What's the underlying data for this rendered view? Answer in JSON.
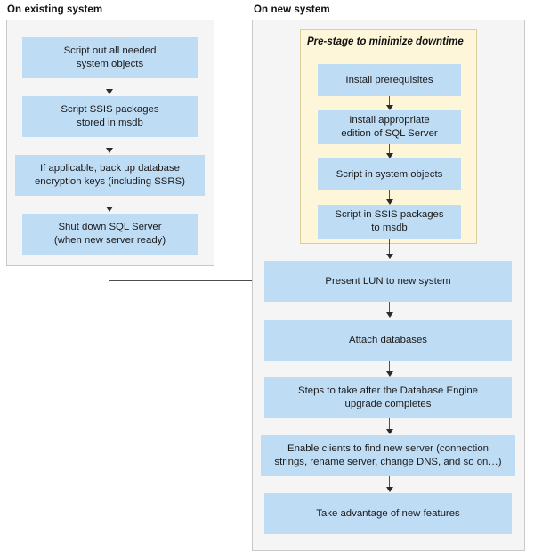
{
  "diagram": {
    "title_existing": "On existing system",
    "title_new": "On new system",
    "prestage_title": "Pre-stage to minimize downtime",
    "colors": {
      "node_fill": "#bfdcf5",
      "panel_fill": "#f5f5f5",
      "panel_border": "#c9c9c9",
      "subpanel_fill": "#fdf6d8",
      "subpanel_border": "#d8cf9c",
      "connector": "#4d4d4d",
      "text": "#1a1a1a",
      "background": "#ffffff"
    },
    "existing_steps": [
      {
        "line1": "Script out all needed",
        "line2": "system objects"
      },
      {
        "line1": "Script SSIS packages",
        "line2": "stored in msdb"
      },
      {
        "line1": "If applicable, back up database",
        "line2": "encryption keys (including SSRS)"
      },
      {
        "line1": "Shut down SQL Server",
        "line2": "(when new server ready)"
      }
    ],
    "prestage_steps": [
      {
        "line1": "Install prerequisites",
        "line2": ""
      },
      {
        "line1": "Install appropriate",
        "line2": "edition of SQL Server"
      },
      {
        "line1": "Script in system objects",
        "line2": ""
      },
      {
        "line1": "Script in SSIS packages",
        "line2": "to msdb"
      }
    ],
    "new_steps": [
      {
        "line1": "Present LUN to new system",
        "line2": ""
      },
      {
        "line1": "Attach databases",
        "line2": ""
      },
      {
        "line1": "Steps to take after the Database Engine",
        "line2": "upgrade completes"
      },
      {
        "line1": "Enable clients to find new server (connection",
        "line2": "strings, rename server, change DNS, and so on…)"
      },
      {
        "line1": "Take advantage of new features",
        "line2": ""
      }
    ]
  }
}
